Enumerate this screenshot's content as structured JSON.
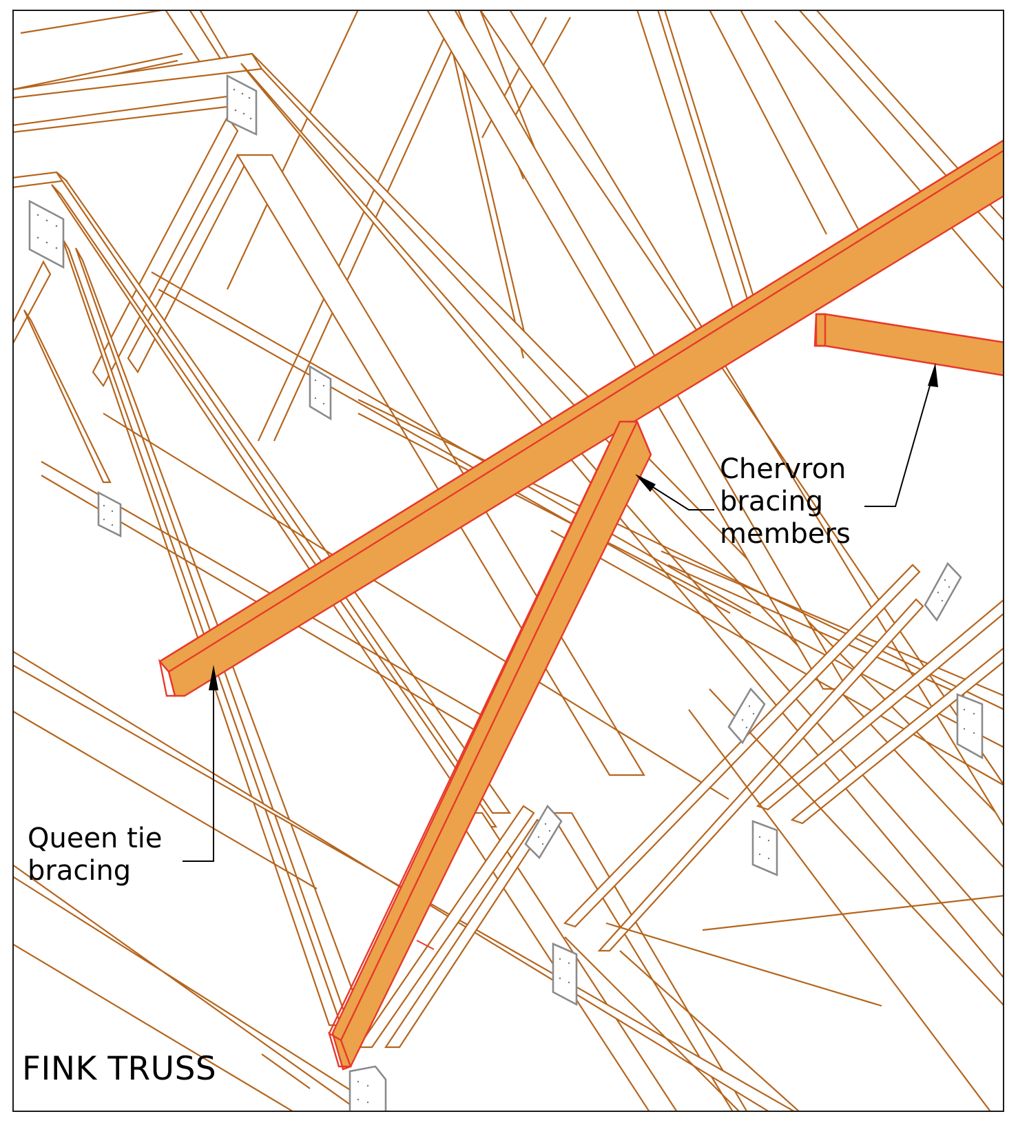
{
  "diagram": {
    "title": "FINK TRUSS",
    "labels": {
      "chevron": "Chervron\nbracing\nmembers",
      "queen_tie": "Queen tie\nbracing"
    },
    "colors": {
      "timber_outline": "#b5651d",
      "bracing_fill": "#eba24a",
      "bracing_outline": "#e8392a",
      "gusset_plate": "#8a8a8a",
      "leader": "#000000",
      "frame": "#1a1a1a"
    },
    "components": [
      {
        "name": "truss-rafters",
        "type": "timber"
      },
      {
        "name": "queen-tie-bracing",
        "type": "bracing",
        "callout": "Queen tie bracing"
      },
      {
        "name": "chevron-bracing-member-1",
        "type": "bracing",
        "callout": "Chervron bracing members"
      },
      {
        "name": "chevron-bracing-member-2",
        "type": "bracing",
        "callout": "Chervron bracing members"
      },
      {
        "name": "gusset-plates",
        "type": "nail-plate"
      }
    ]
  }
}
